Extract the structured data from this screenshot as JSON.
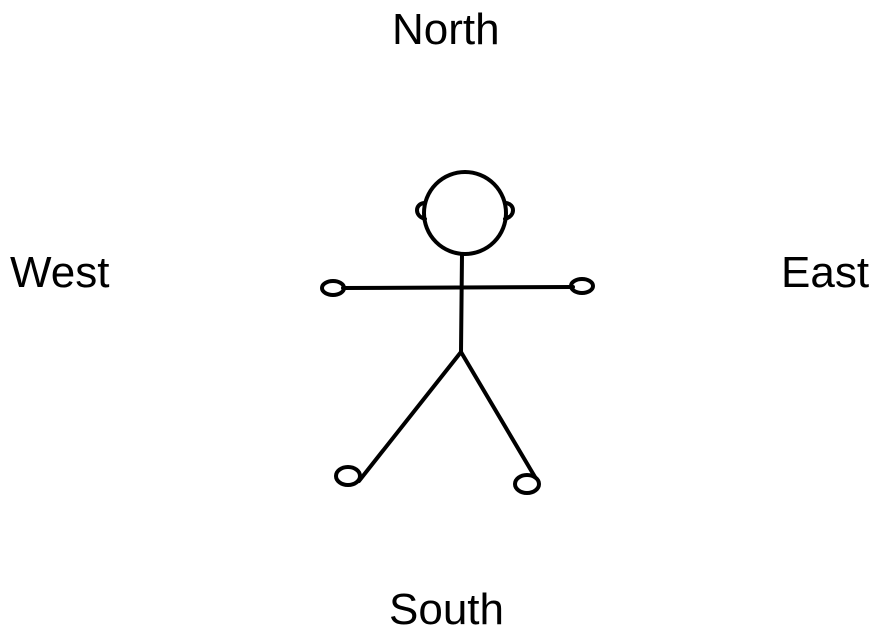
{
  "directions": {
    "north": "North",
    "south": "South",
    "west": "West",
    "east": "East"
  },
  "colors": {
    "ink": "#000000",
    "background": "#ffffff"
  }
}
